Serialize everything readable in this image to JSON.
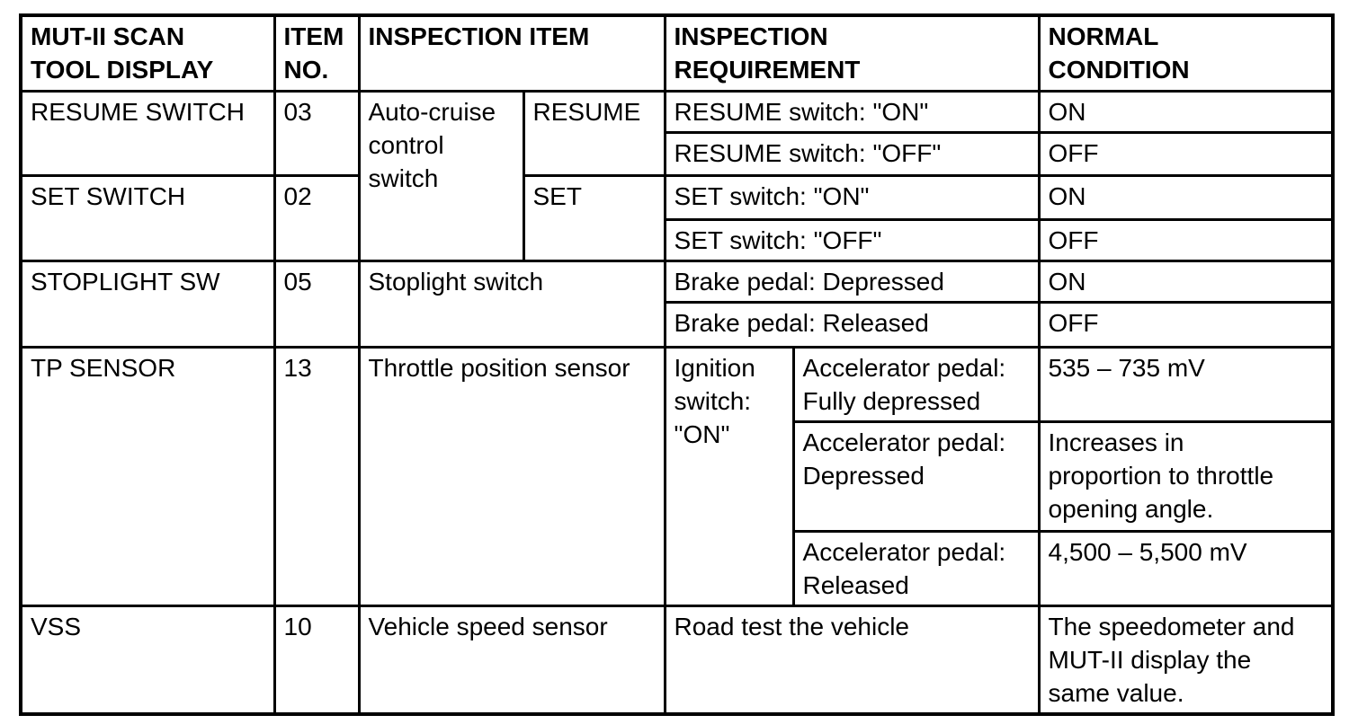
{
  "colors": {
    "background": "#ffffff",
    "text": "#000000",
    "border": "#000000"
  },
  "header": {
    "mut_display": "MUT-II SCAN\nTOOL DISPLAY",
    "item_no": "ITEM\nNO.",
    "inspection_item": "INSPECTION ITEM",
    "inspection_requirement": "INSPECTION\nREQUIREMENT",
    "normal_condition": "NORMAL\nCONDITION"
  },
  "rows": {
    "resume_switch": {
      "display": "RESUME SWITCH",
      "item_no": "03",
      "group_item": "Auto-cruise\ncontrol\nswitch",
      "sub_item": "RESUME",
      "requirements": [
        {
          "requirement": "RESUME switch: \"ON\"",
          "normal": "ON"
        },
        {
          "requirement": "RESUME switch: \"OFF\"",
          "normal": "OFF"
        }
      ]
    },
    "set_switch": {
      "display": "SET SWITCH",
      "item_no": "02",
      "sub_item": "SET",
      "requirements": [
        {
          "requirement": "SET switch: \"ON\"",
          "normal": "ON"
        },
        {
          "requirement": "SET switch: \"OFF\"",
          "normal": "OFF"
        }
      ]
    },
    "stoplight_sw": {
      "display": "STOPLIGHT SW",
      "item_no": "05",
      "item": "Stoplight switch",
      "requirements": [
        {
          "requirement": "Brake pedal: Depressed",
          "normal": "ON"
        },
        {
          "requirement": "Brake pedal: Released",
          "normal": "OFF"
        }
      ]
    },
    "tp_sensor": {
      "display": "TP SENSOR",
      "item_no": "13",
      "item": "Throttle position sensor",
      "condition": "Ignition\nswitch:\n\"ON\"",
      "requirements": [
        {
          "requirement": "Accelerator pedal:\nFully depressed",
          "normal": "535 – 735 mV"
        },
        {
          "requirement": "Accelerator pedal:\nDepressed",
          "normal": "Increases in\nproportion to throttle\nopening angle."
        },
        {
          "requirement": "Accelerator pedal:\nReleased",
          "normal": "4,500 – 5,500 mV"
        }
      ]
    },
    "vss": {
      "display": "VSS",
      "item_no": "10",
      "item": "Vehicle speed sensor",
      "requirement": "Road test the vehicle",
      "normal": "The speedometer and\nMUT-II display the\nsame value."
    }
  }
}
